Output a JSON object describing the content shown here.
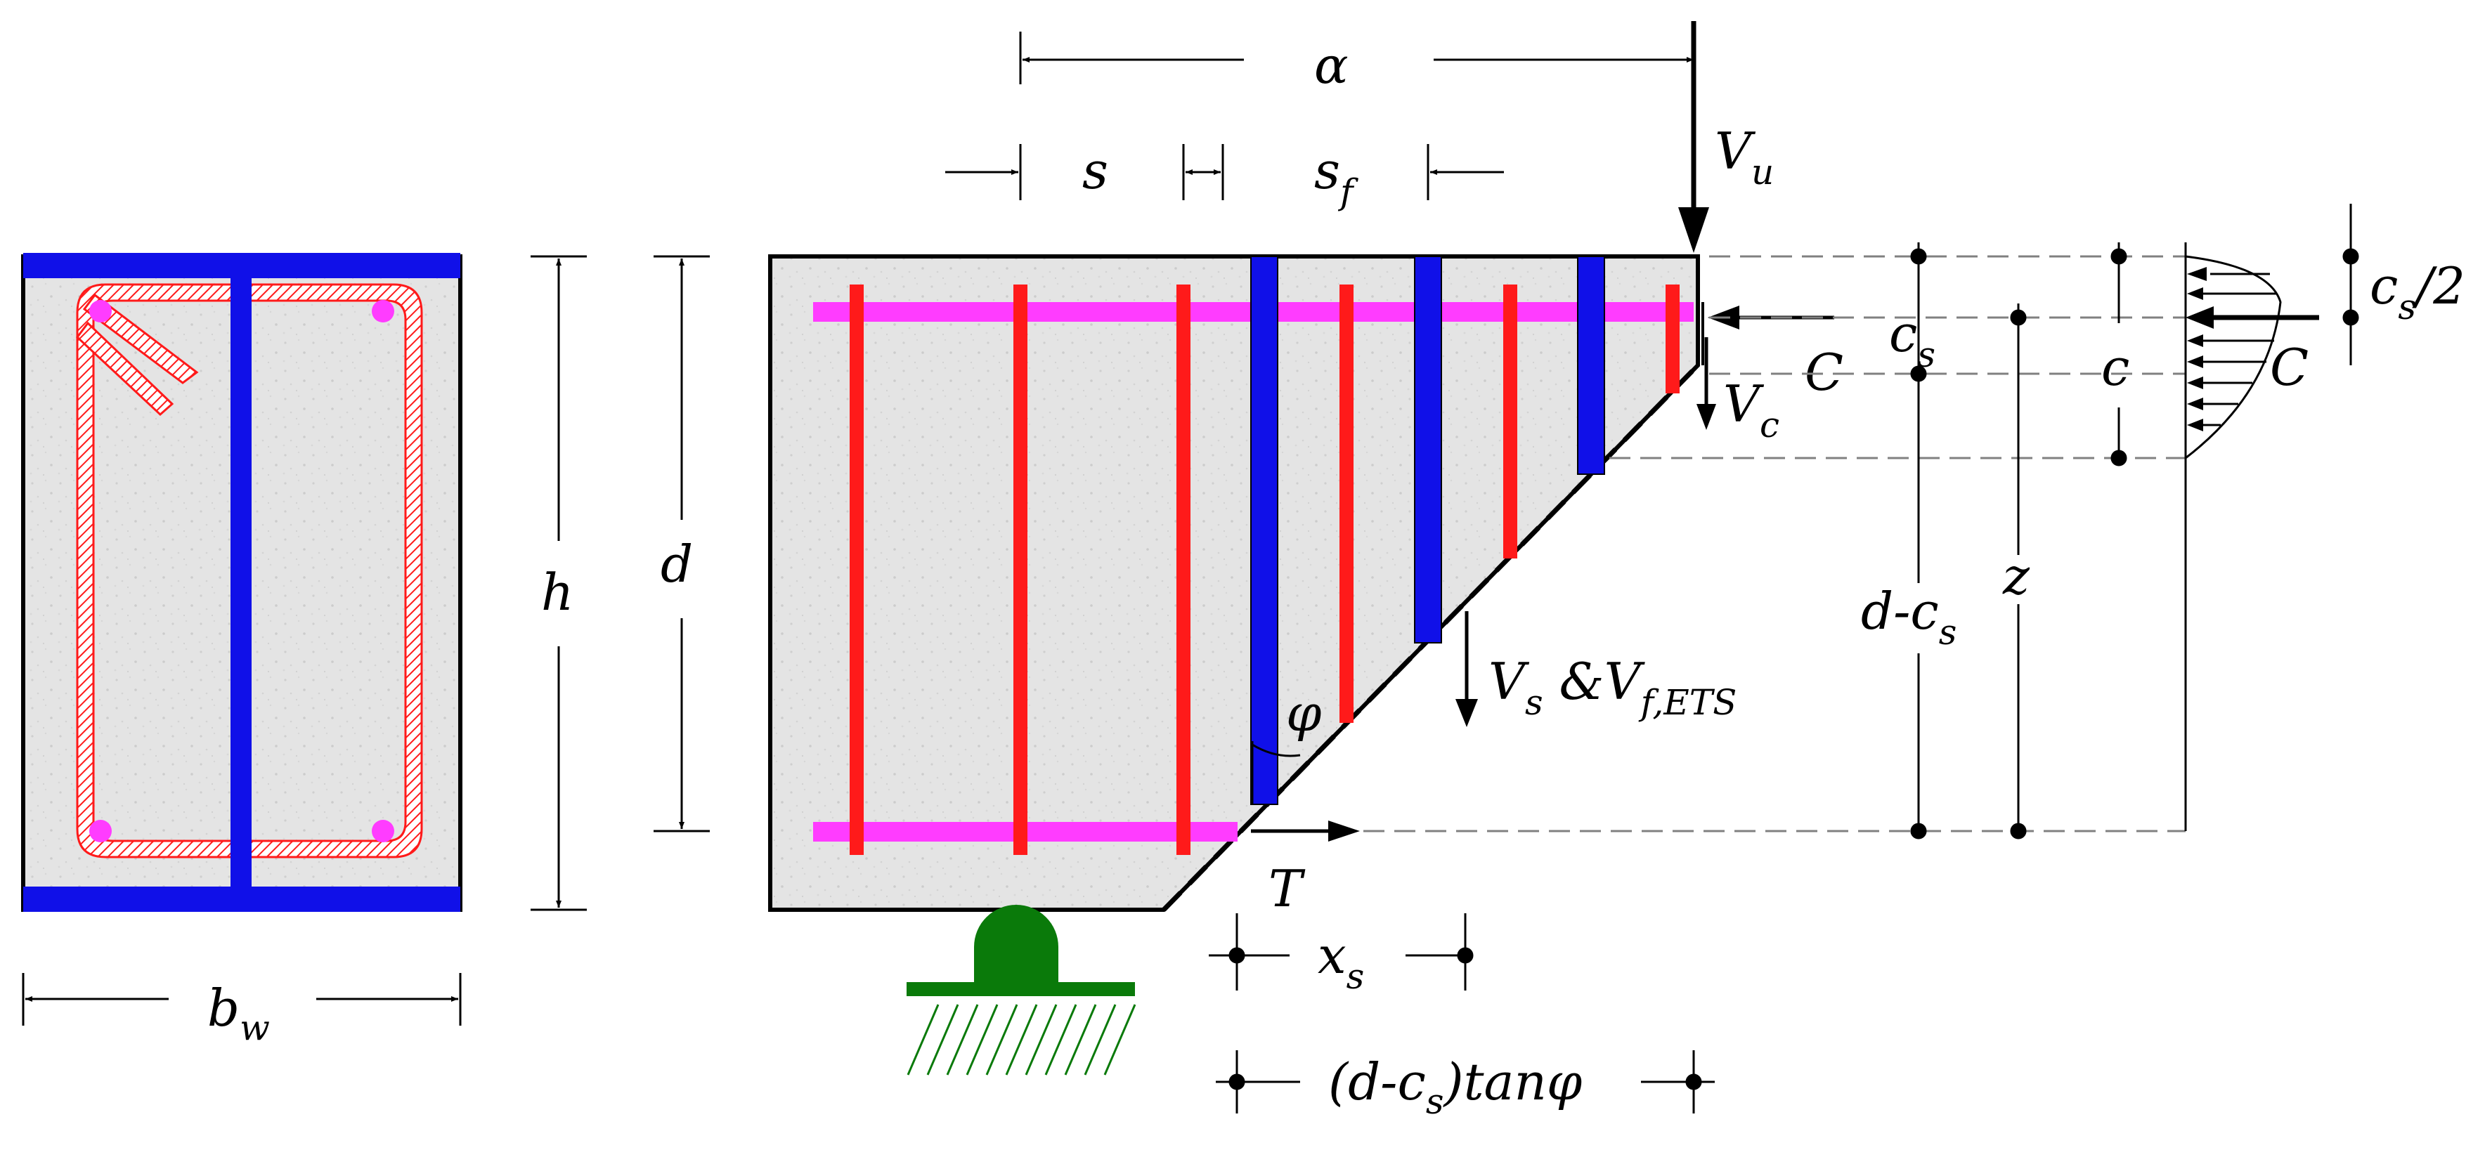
{
  "labels": {
    "alpha": "α",
    "s": "s",
    "sf_main": "s",
    "sf_sub": "f",
    "vu_main": "V",
    "vu_sub": "u",
    "h": "h",
    "d": "d",
    "bw_main": "b",
    "bw_sub": "w",
    "c_force": "C",
    "vc_main": "V",
    "vc_sub": "c",
    "cs_main": "c",
    "cs_sub": "s",
    "c": "c",
    "cs2_main": "c",
    "cs2_sub": "s",
    "cs2_tail": "/2",
    "c_block": "C",
    "vs_main": "V",
    "vs_sub": "s",
    "vf_join": " &V",
    "vf_sub": "f,ETS",
    "phi": "φ",
    "dcs_main": "d-c",
    "dcs_sub": "s",
    "z": "z",
    "t": "T",
    "xs_main": "x",
    "xs_sub": "s",
    "dtan_open": "(d-c",
    "dtan_sub": "s",
    "dtan_tail": ")tanφ"
  },
  "colors": {
    "concrete": "#e4e4e4",
    "concrete_speck": "#cfcfcf",
    "frp": "#1010e8",
    "stirrup": "#ff1a1a",
    "long_bar": "#ff3cff",
    "support": "#0a7a0a",
    "outline": "#000000",
    "dim_line": "#000000",
    "dash_line": "#808080"
  }
}
